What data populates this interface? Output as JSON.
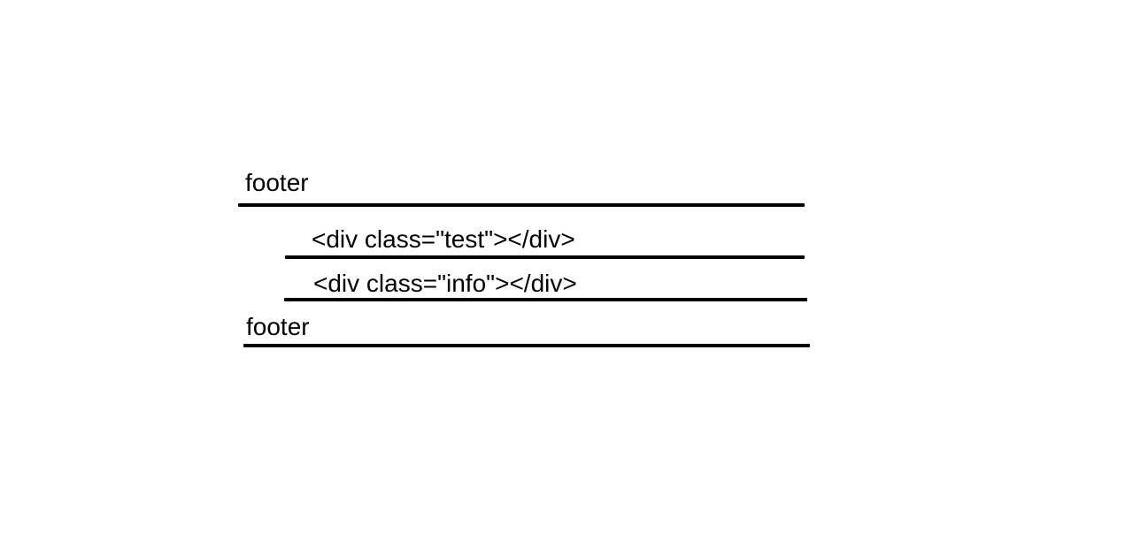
{
  "diagram": {
    "rows": [
      {
        "id": "footer-top",
        "text": "footer"
      },
      {
        "id": "div-test",
        "text": "<div class=\"test\"></div>"
      },
      {
        "id": "div-info",
        "text": "<div class=\"info\"></div>"
      },
      {
        "id": "footer-bottom",
        "text": "footer"
      }
    ]
  }
}
